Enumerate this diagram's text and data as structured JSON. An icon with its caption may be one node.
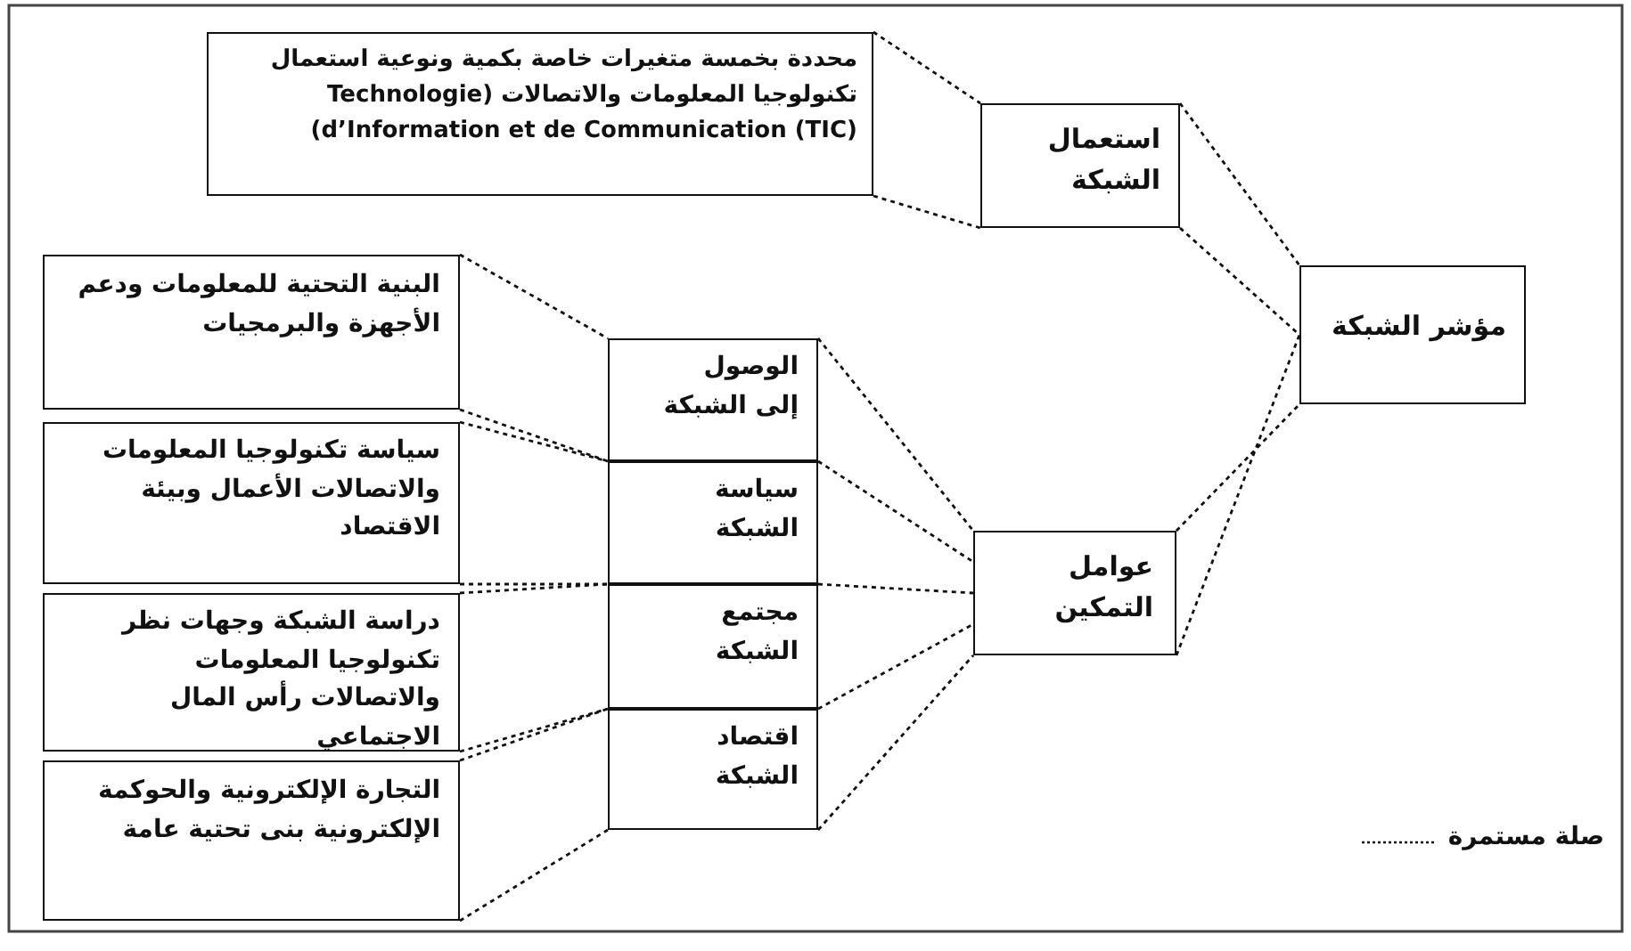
{
  "diagram": {
    "nodes": [
      {
        "text": [
          "محددة بخمسة متغيرات خاصة بكمية ونوعية استعمال تكنولوجيا المعلومات والاتصالات (Technologie d’Information et de Communication (TIC))"
        ]
      },
      {
        "text": [
          "استعمال الشبكة"
        ]
      },
      {
        "text": [
          "مؤشر الشبكة"
        ]
      },
      {
        "text": [
          "البنية التحتية للمعلومات ودعم الأجهزة والبرمجيات"
        ]
      },
      {
        "text": [
          "الوصول إلى الشبكة"
        ]
      },
      {
        "text": [
          "سياسة تكنولوجيا المعلومات والاتصالات الأعمال وبيئة الاقتصاد"
        ]
      },
      {
        "text": [
          "سياسة الشبكة"
        ]
      },
      {
        "text": [
          "عوامل التمكين"
        ]
      },
      {
        "text": [
          "دراسة الشبكة وجهات نظر تكنولوجيا المعلومات والاتصالات رأس المال الاجتماعي"
        ]
      },
      {
        "text": [
          "مجتمع الشبكة"
        ]
      },
      {
        "text": [
          "التجارة الإلكترونية والحوكمة الإلكترونية بنى تحتية عامة"
        ]
      },
      {
        "text": [
          "اقتصاد الشبكة"
        ]
      }
    ],
    "edges": [
      {
        "from": 0,
        "to": 1,
        "arrow": "none",
        "style": "dashed"
      },
      {
        "from": 0,
        "to": 1,
        "arrow": "none",
        "style": "dashed"
      },
      {
        "from": 1,
        "to": 2,
        "arrow": "none",
        "style": "dashed"
      },
      {
        "from": 1,
        "to": 2,
        "arrow": "none",
        "style": "dashed"
      },
      {
        "from": 7,
        "to": 2,
        "arrow": "none",
        "style": "dashed"
      },
      {
        "from": 7,
        "to": 2,
        "arrow": "none",
        "style": "dashed"
      },
      {
        "from": 4,
        "to": 7,
        "arrow": "none",
        "style": "dashed"
      },
      {
        "from": 6,
        "to": 7,
        "arrow": "none",
        "style": "dashed"
      },
      {
        "from": 9,
        "to": 7,
        "arrow": "none",
        "style": "dashed"
      },
      {
        "from": 11,
        "to": 7,
        "arrow": "none",
        "style": "dashed"
      },
      {
        "from": 11,
        "to": 7,
        "arrow": "none",
        "style": "dashed"
      },
      {
        "from": 3,
        "to": 4,
        "arrow": "none",
        "style": "dashed"
      },
      {
        "from": 3,
        "to": 4,
        "arrow": "none",
        "style": "dashed"
      },
      {
        "from": 5,
        "to": 6,
        "arrow": "none",
        "style": "dashed"
      },
      {
        "from": 5,
        "to": 6,
        "arrow": "none",
        "style": "dashed"
      },
      {
        "from": 8,
        "to": 9,
        "arrow": "none",
        "style": "dashed"
      },
      {
        "from": 8,
        "to": 9,
        "arrow": "none",
        "style": "dashed"
      },
      {
        "from": 10,
        "to": 11,
        "arrow": "none",
        "style": "dashed"
      },
      {
        "from": 10,
        "to": 11,
        "arrow": "none",
        "style": "dashed"
      }
    ],
    "legend": [
      {
        "text": "صلة مستمرة"
      }
    ]
  }
}
